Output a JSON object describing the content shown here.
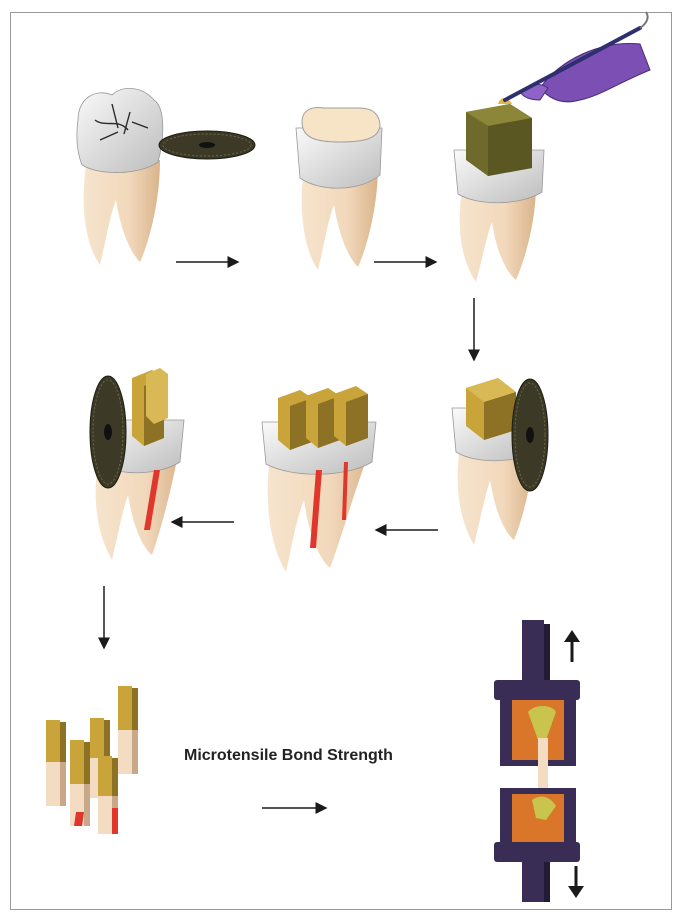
{
  "caption": "Microtensile Bond Strength",
  "colors": {
    "root": "#f3dcc2",
    "root_shade": "#dcb892",
    "enamel": "#e6e6e6",
    "dentin": "#f7e3c6",
    "composite": "#c9a43b",
    "composite_dark": "#8d7226",
    "pulp": "#e0362b",
    "saw": "#3c3a26",
    "glove": "#7b4fb3",
    "jig": "#3a2d55",
    "jig_orange": "#d9762a",
    "arrow": "#1a1a1a",
    "border": "#9a9a9a"
  },
  "steps": [
    {
      "name": "tooth-with-saw"
    },
    {
      "name": "flat-dentin-surface"
    },
    {
      "name": "composite-buildup"
    },
    {
      "name": "first-sectioning"
    },
    {
      "name": "slabs"
    },
    {
      "name": "second-sectioning"
    },
    {
      "name": "sticks"
    },
    {
      "name": "microtensile-jig"
    }
  ]
}
